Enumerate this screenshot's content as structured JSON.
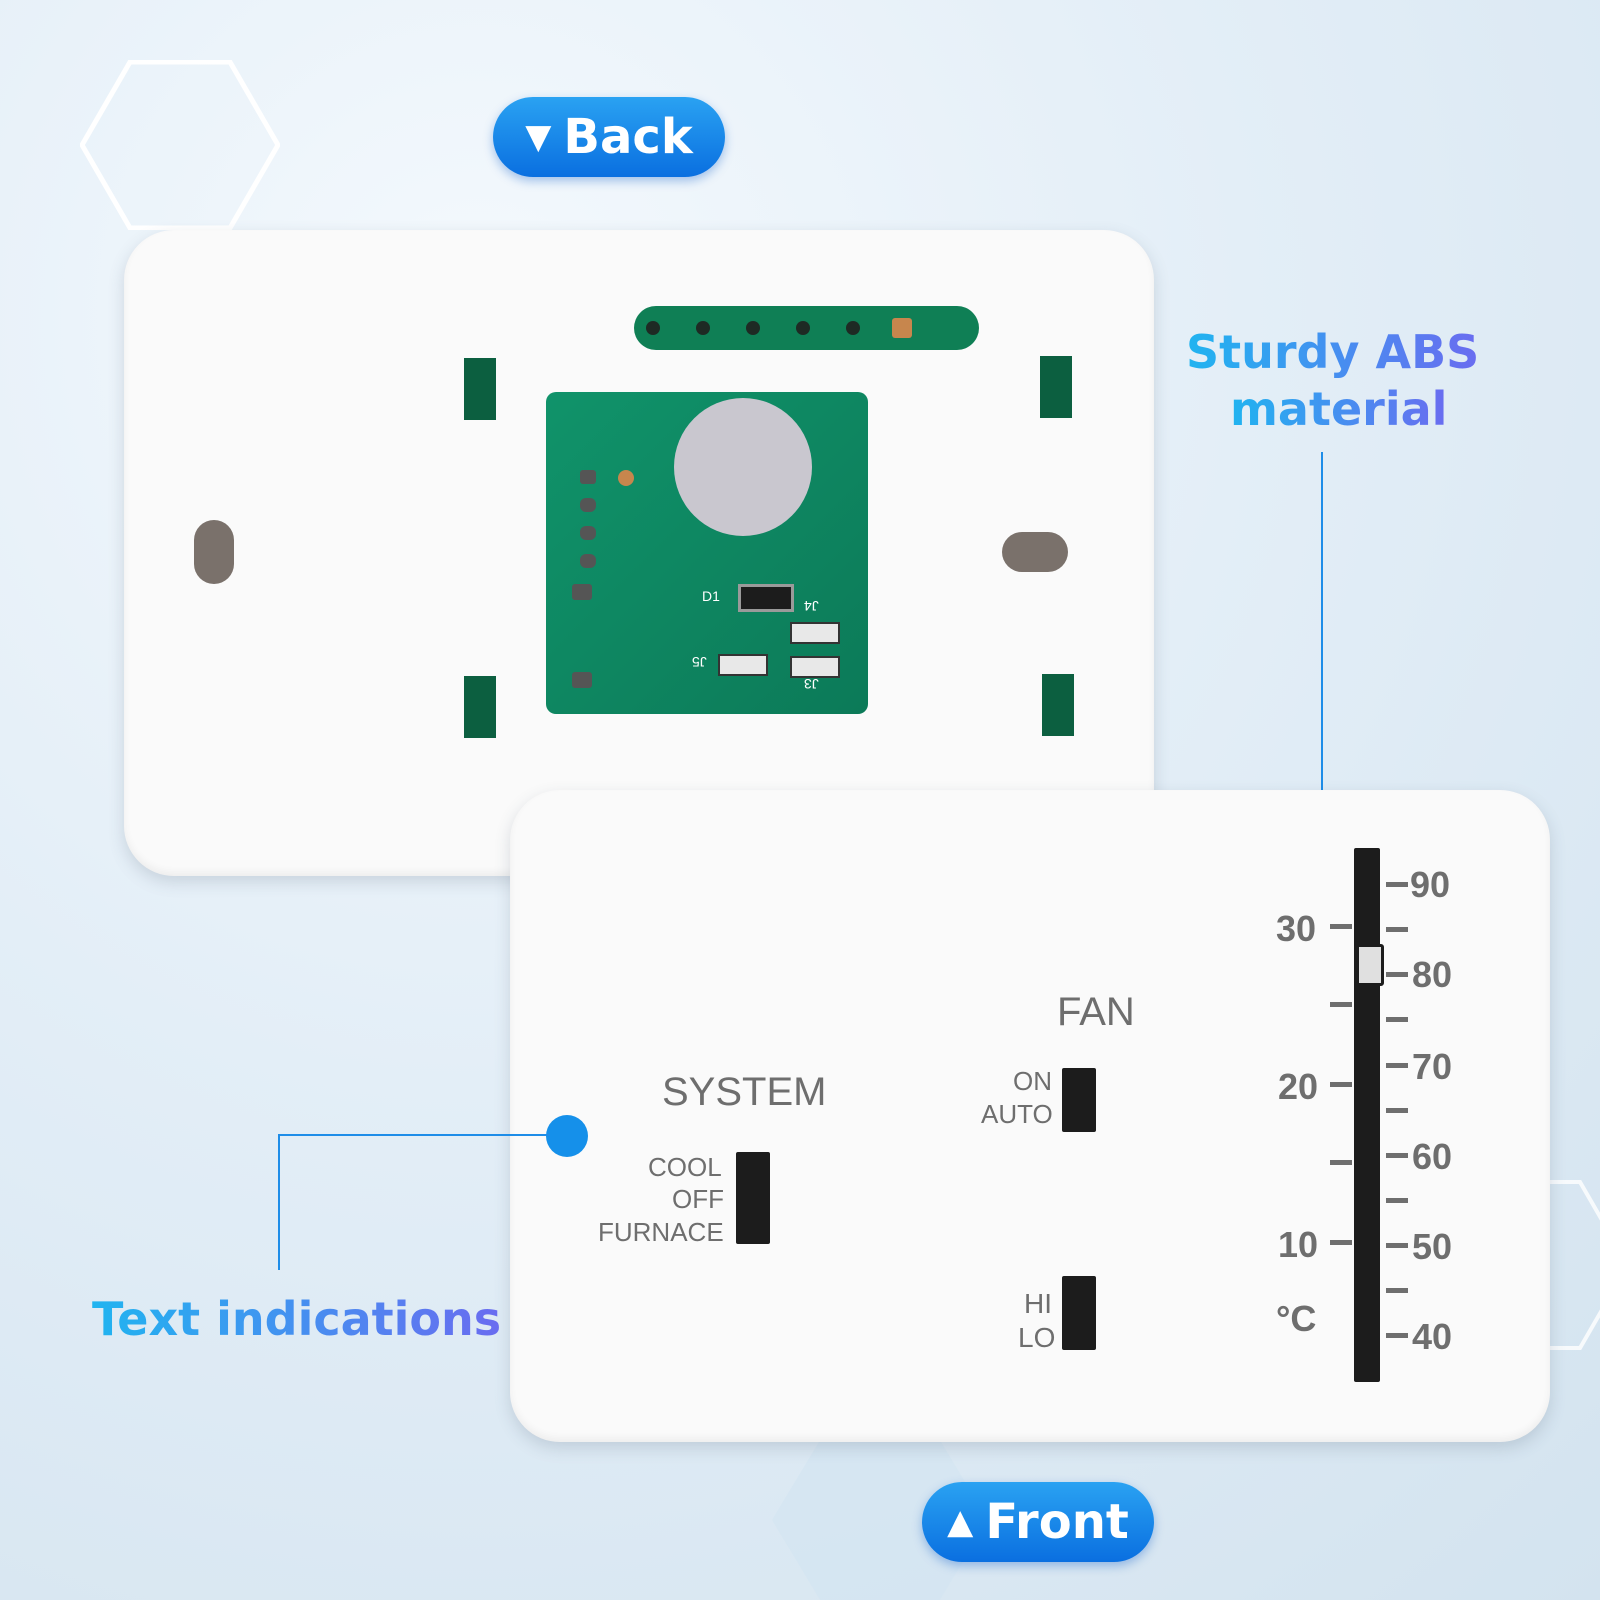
{
  "back_label": "Back",
  "front_label": "Front",
  "callout_material": {
    "line1": "Sturdy ABS",
    "line2": "material"
  },
  "callout_text": "Text indications",
  "system": {
    "title": "SYSTEM",
    "options": [
      "COOL",
      "OFF",
      "FURNACE"
    ]
  },
  "fan": {
    "title": "FAN",
    "options": [
      "ON",
      "AUTO"
    ]
  },
  "speed": {
    "options": [
      "HI",
      "LO"
    ]
  },
  "scale_f": [
    "90",
    "80",
    "70",
    "60",
    "50",
    "40"
  ],
  "scale_c": [
    "30",
    "20",
    "10"
  ],
  "unit_c": "°C",
  "pcb_labels": {
    "d1": "D1",
    "j3": "J3",
    "j4": "J4",
    "j5": "J5"
  },
  "colors": {
    "accent_blue": "#0a6fe0",
    "pcb_green": "#0f8a5e"
  },
  "icons": {
    "back": "triangle-down-icon",
    "front": "triangle-up-icon"
  }
}
